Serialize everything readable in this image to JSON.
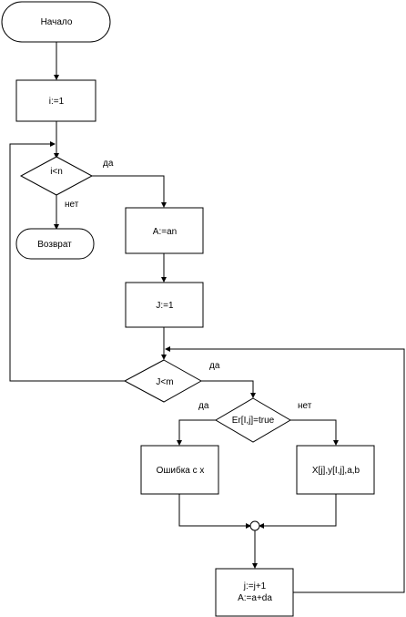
{
  "flowchart": {
    "start": "Начало",
    "init_i": "i:=1",
    "cond_i": "i<n",
    "cond_i_yes": "да",
    "cond_i_no": "нет",
    "return": "Возврат",
    "assign_a": "A:=an",
    "init_j": "J:=1",
    "cond_j": "J<m",
    "cond_j_yes": "да",
    "cond_er": "Er[I,j]=true",
    "cond_er_yes": "да",
    "cond_er_no": "нет",
    "error_box": "Ошибка с х",
    "call_box": "X[j],y[I,j],a,b",
    "update_line1": "j:=j+1",
    "update_line2": "A:=a+da"
  }
}
